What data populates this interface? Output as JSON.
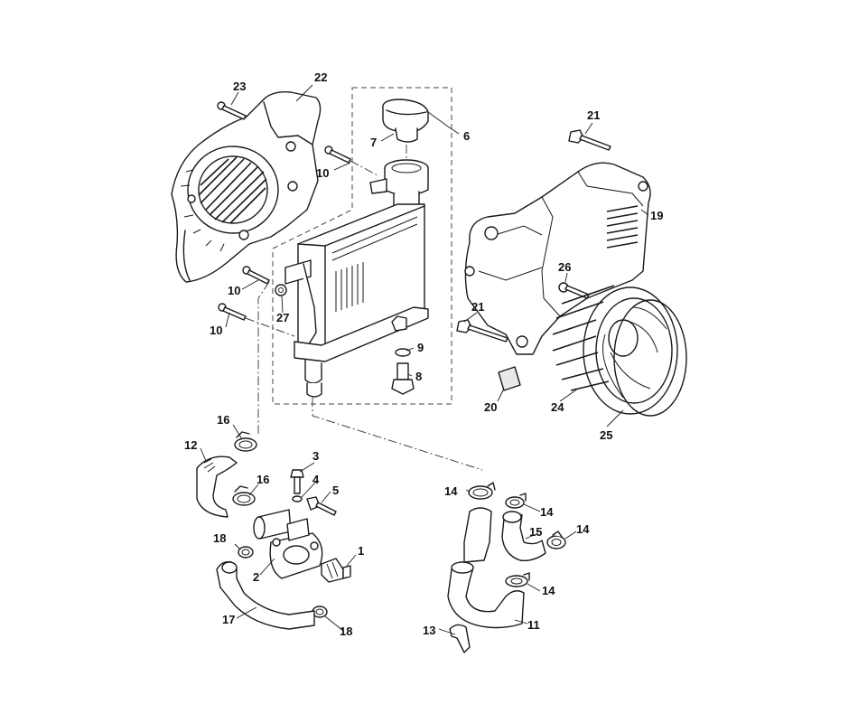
{
  "callouts": {
    "c1": "1",
    "c2": "2",
    "c3": "3",
    "c4": "4",
    "c5": "5",
    "c6": "6",
    "c7": "7",
    "c8": "8",
    "c9": "9",
    "c10a": "10",
    "c10b": "10",
    "c10c": "10",
    "c11": "11",
    "c12": "12",
    "c13": "13",
    "c14a": "14",
    "c14b": "14",
    "c14c": "14",
    "c14d": "14",
    "c15": "15",
    "c16a": "16",
    "c16b": "16",
    "c17": "17",
    "c18a": "18",
    "c18b": "18",
    "c19": "19",
    "c20": "20",
    "c21a": "21",
    "c21b": "21",
    "c22": "22",
    "c23": "23",
    "c24": "24",
    "c25": "25",
    "c26": "26",
    "c27": "27"
  }
}
